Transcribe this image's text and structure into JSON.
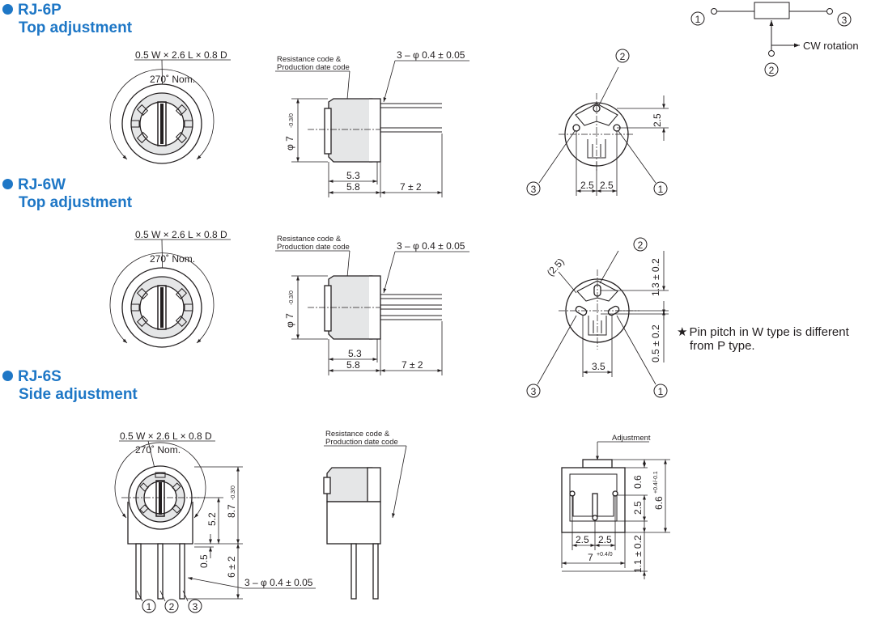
{
  "sections": [
    {
      "model": "RJ-6P",
      "adjust": "Top adjustment"
    },
    {
      "model": "RJ-6W",
      "adjust": "Top adjustment"
    },
    {
      "model": "RJ-6S",
      "adjust": "Side adjustment"
    }
  ],
  "labels": {
    "slot": "0.5 W × 2.6 L × 0.8 D",
    "rotation": "270˚ Nom.",
    "code_line1": "Resistance code &",
    "code_line2": "Production date code",
    "lead": "3 – φ 0.4 ± 0.05",
    "diameter": "φ 7",
    "dia_tol": "-0.3/0",
    "body_len": "5.3",
    "overall_len": "5.8",
    "lead_len": "7 ± 2",
    "pitch_25": "2.5",
    "pitch_25b": "2.5",
    "vert_25": "2.5",
    "w_angle": "(2.5)",
    "w_13": "1.3 ± 0.2",
    "w_05": "0.5 ± 0.2",
    "w_35": "3.5",
    "s_52": "5.2",
    "s_87": "8.7",
    "s_87_tol": "-0.3/0",
    "s_05": "0.5",
    "s_6": "6 ± 2",
    "adjustment": "Adjustment",
    "s_06": "0.6",
    "s_66": "6.6",
    "s_66_tol": "+0.4/-0.1",
    "s_25v": "2.5",
    "s_11": "1.1 ± 0.2",
    "s_7": "7",
    "s_7_tol": "+0.4/0",
    "s_25a": "2.5",
    "s_25b": "2.5"
  },
  "pins": {
    "p1": "1",
    "p2": "2",
    "p3": "3"
  },
  "schematic": {
    "cw": "CW rotation"
  },
  "note": {
    "star": "★",
    "line1": "Pin pitch in W type is different",
    "line2": "from P type."
  }
}
